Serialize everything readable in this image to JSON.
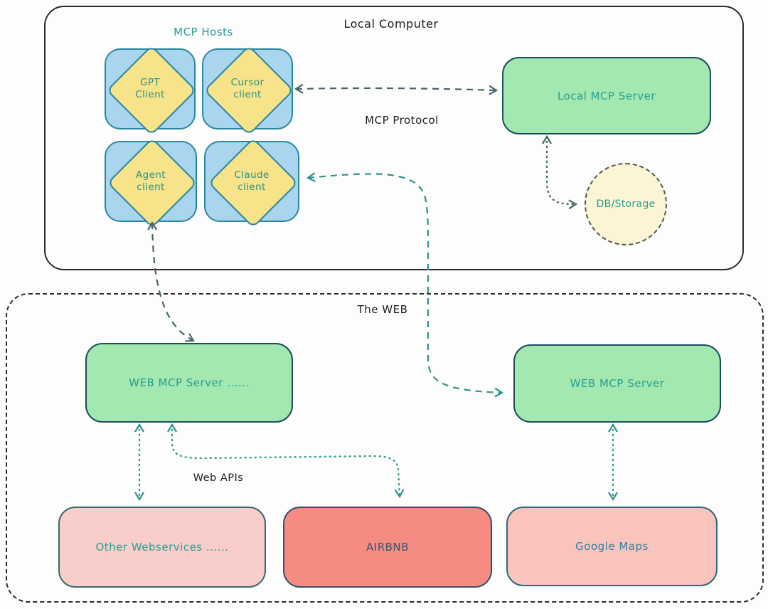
{
  "local_computer": {
    "title": "Local Computer",
    "hosts_label": "MCP Hosts",
    "protocol_label": "MCP Protocol",
    "clients": [
      {
        "line1": "GPT",
        "line2": "Client"
      },
      {
        "line1": "Cursor",
        "line2": "client"
      },
      {
        "line1": "Agent",
        "line2": "client"
      },
      {
        "line1": "Claude",
        "line2": "client"
      }
    ],
    "server_label": "Local MCP Server",
    "storage_label": "DB/Storage"
  },
  "web": {
    "title": "The WEB",
    "apis_label": "Web APIs",
    "server_left_label": "WEB MCP Server ......",
    "server_right_label": "WEB MCP Server",
    "services": [
      {
        "label": "Other Webservices ......"
      },
      {
        "label": "AIRBNB"
      },
      {
        "label": "Google Maps"
      }
    ]
  },
  "colors": {
    "client_fill": "#a9d5ef",
    "client_border": "#2b87a0",
    "diamond_fill": "#f7e389",
    "server_fill": "#a3e8b0",
    "server_border": "#1c4e5e",
    "storage_fill": "#fbf4d5",
    "service_pink_fill": "#f9cdca",
    "service_red_fill": "#f68b82",
    "teal_text": "#2a9d8f",
    "dark_text": "#1e1e1e",
    "arrow_dark": "#46656b",
    "arrow_teal": "#2f9488"
  }
}
